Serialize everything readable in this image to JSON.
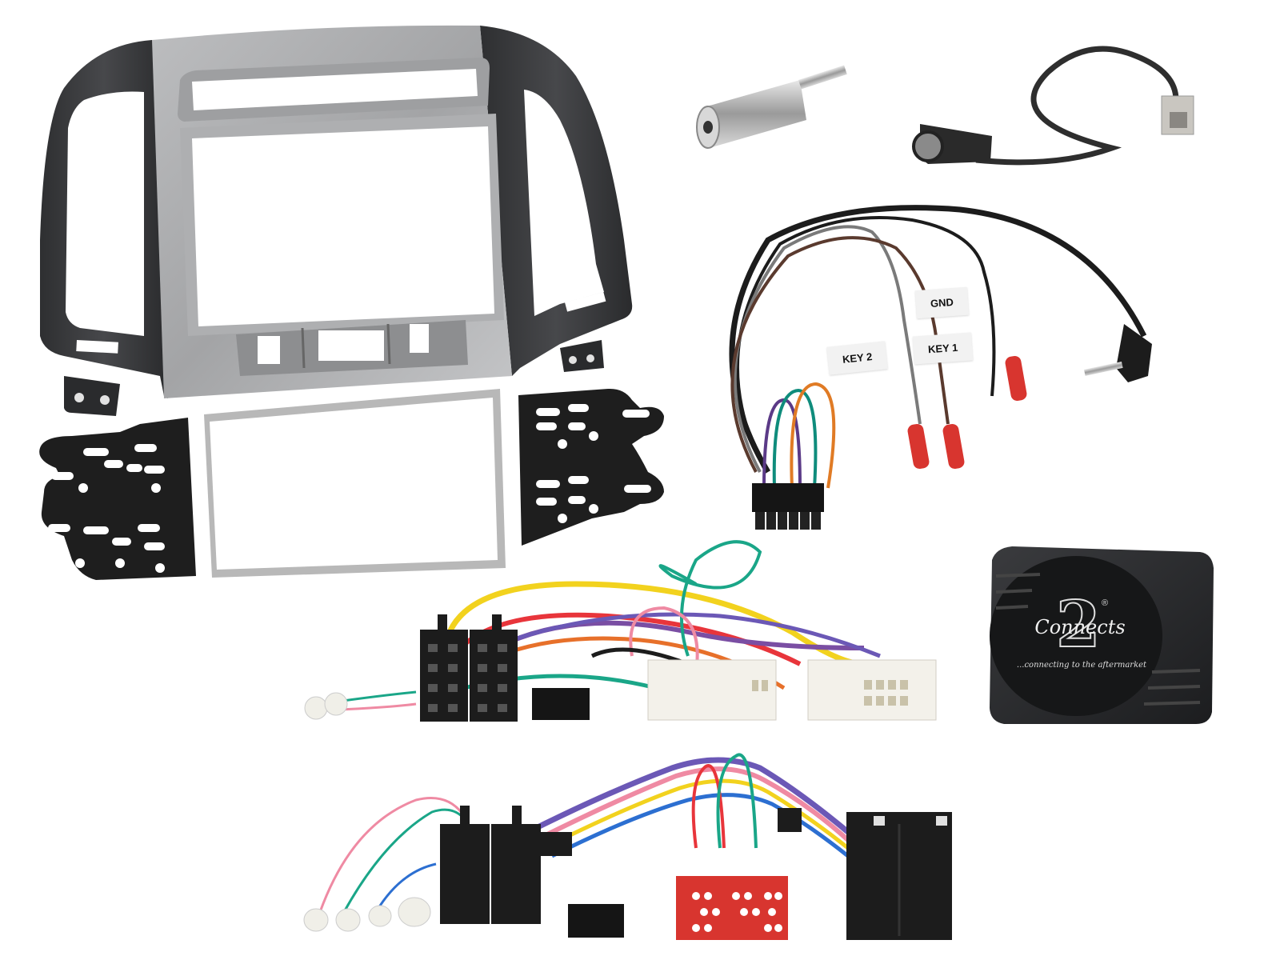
{
  "scene": {
    "description": "Car radio double-DIN fitting kit product photo on white background",
    "background_color": "#ffffff"
  },
  "items": {
    "fascia_panel": {
      "name": "Double DIN fascia panel",
      "frame_color": "#3a3a3c",
      "insert_color": "#a8a9ab"
    },
    "cage_frame": {
      "name": "Silver surround trim frame",
      "color": "#b5b5b5"
    },
    "mounting_brackets": {
      "name": "Side mounting brackets",
      "count": 2,
      "color": "#1e1e1e"
    },
    "antenna_adapter": {
      "name": "Antenna adapter (DIN)",
      "color": "#c8c8c8"
    },
    "antenna_lead": {
      "name": "Antenna adapter lead"
    },
    "steering_interface_lead": {
      "name": "Steering control patch lead",
      "labels": {
        "gnd": "GND",
        "key1": "KEY 1",
        "key2": "KEY 2"
      }
    },
    "interface_module": {
      "name": "Steering control interface module",
      "brand_mark": "2",
      "brand_script": "Connects",
      "registered": "®",
      "tagline": "...connecting to the aftermarket",
      "color": "#2a2b2d"
    },
    "iso_harness_1": {
      "name": "ISO wiring harness (vehicle specific)"
    },
    "iso_harness_2": {
      "name": "ISO patch lead with mini-ISO"
    }
  }
}
